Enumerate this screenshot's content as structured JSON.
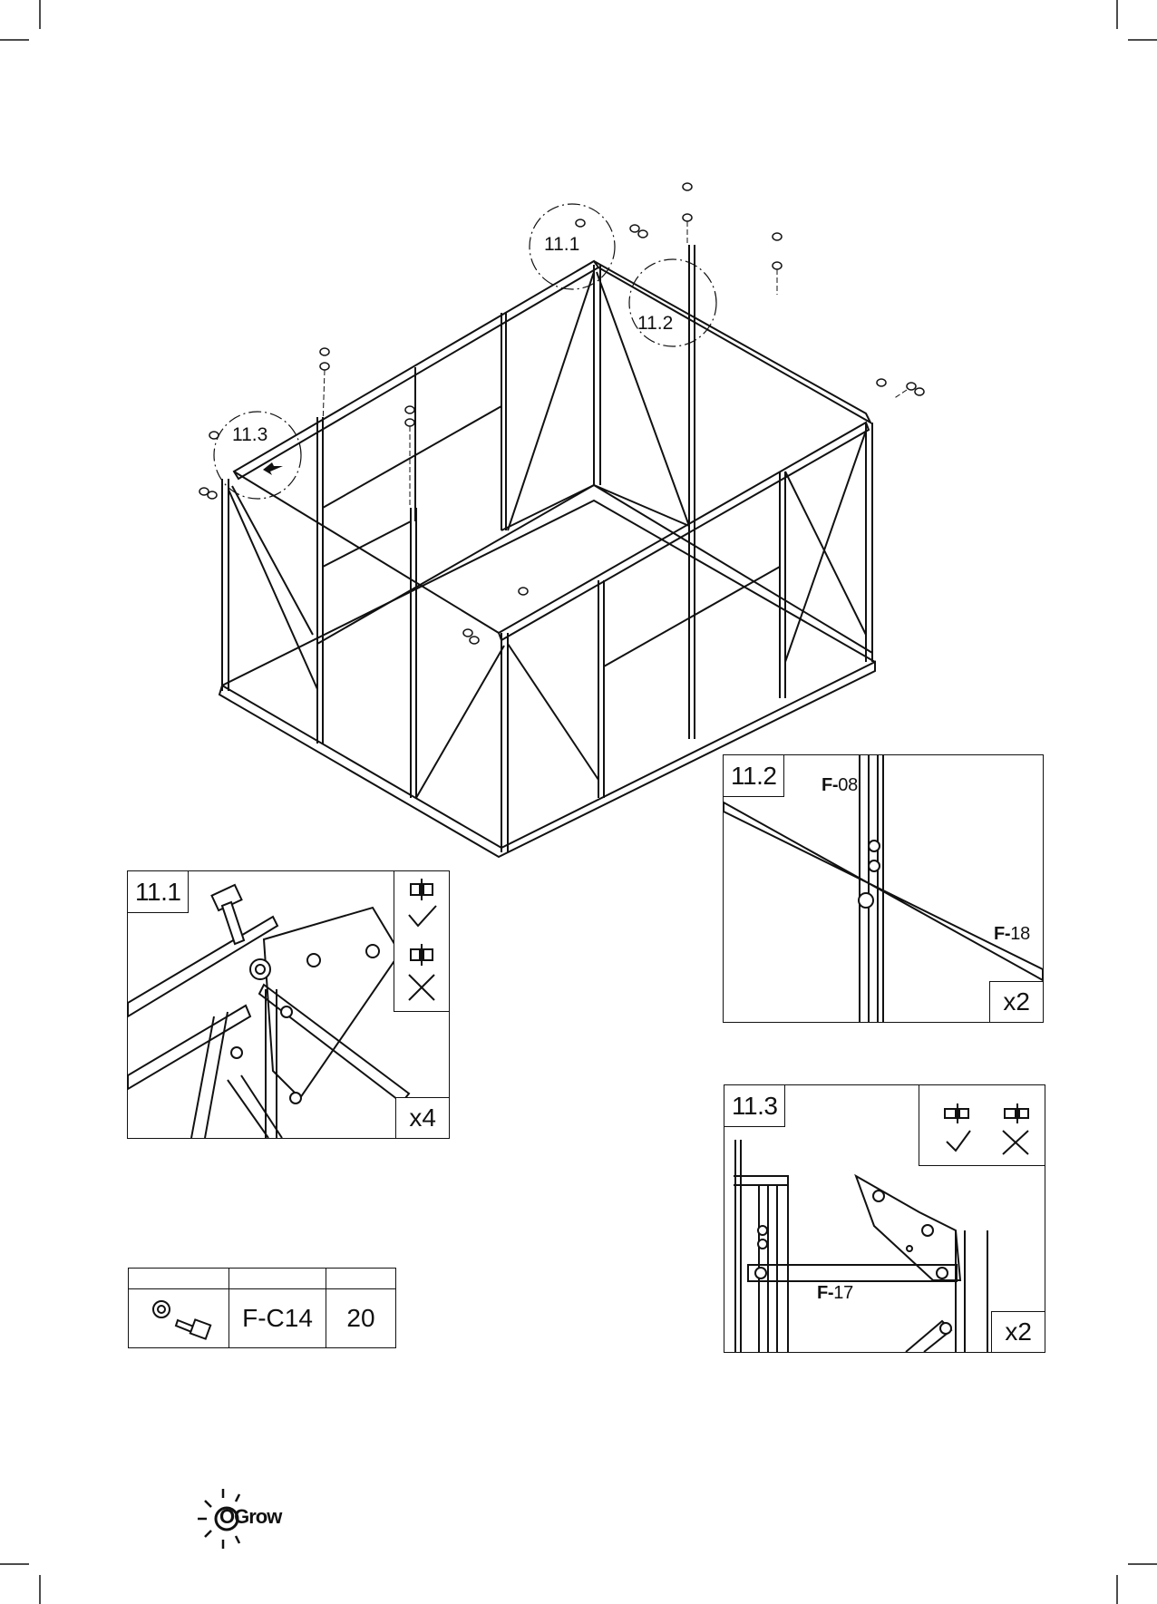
{
  "main": {
    "callouts": [
      "11.1",
      "11.2",
      "11.3"
    ]
  },
  "detail_11_1": {
    "tag": "11.1",
    "qty": "x4"
  },
  "detail_11_2": {
    "tag": "11.2",
    "qty": "x2",
    "part_top_prefix": "F-",
    "part_top_num": "08",
    "part_bottom_prefix": "F-",
    "part_bottom_num": "18"
  },
  "detail_11_3": {
    "tag": "11.3",
    "qty": "x2",
    "part_prefix": "F-",
    "part_num": "17"
  },
  "parts_table": {
    "code": "F-C14",
    "count": "20"
  },
  "brand": {
    "name": "OGrow"
  }
}
